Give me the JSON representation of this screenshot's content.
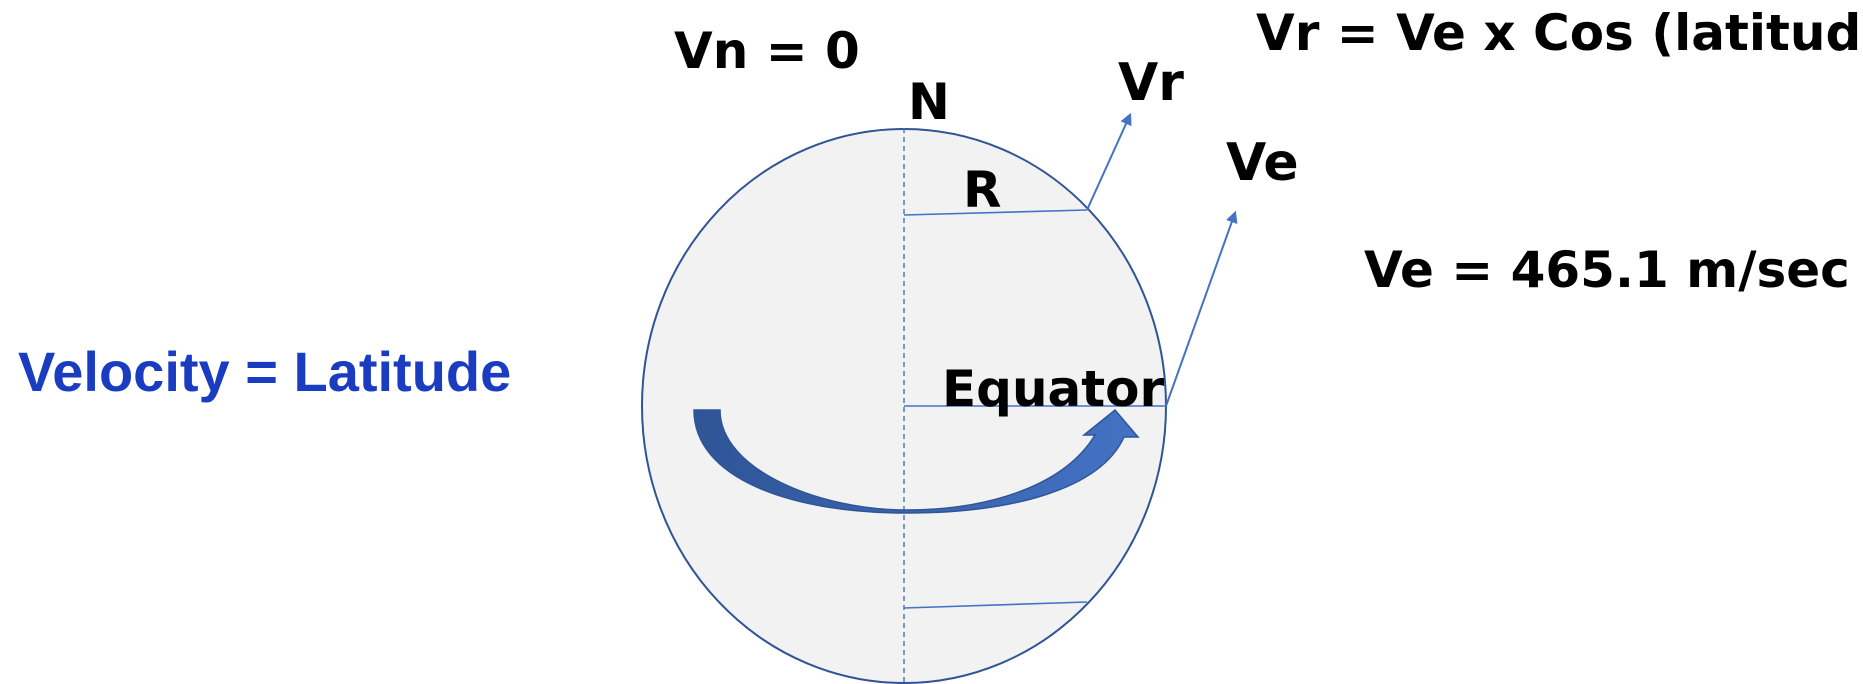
{
  "diagram": {
    "left_title": "Velocity = Latitude",
    "north_velocity": "Vn = 0",
    "north_label": "N",
    "radius_label": "R",
    "vr_label": "Vr",
    "ve_label": "Ve",
    "equator_label": "Equator",
    "formula": "Vr = Ve x Cos (latitude)",
    "equatorial_speed": "Ve = 465.1 m/sec"
  },
  "colors": {
    "title_blue": "#1a3cc0",
    "globe_fill": "#f2f2f2",
    "globe_outline": "#2f5597",
    "line_blue": "#4472c4",
    "arrow_blue": "#4472c4",
    "arrow_dark": "#2f5597",
    "text": "#000000"
  }
}
